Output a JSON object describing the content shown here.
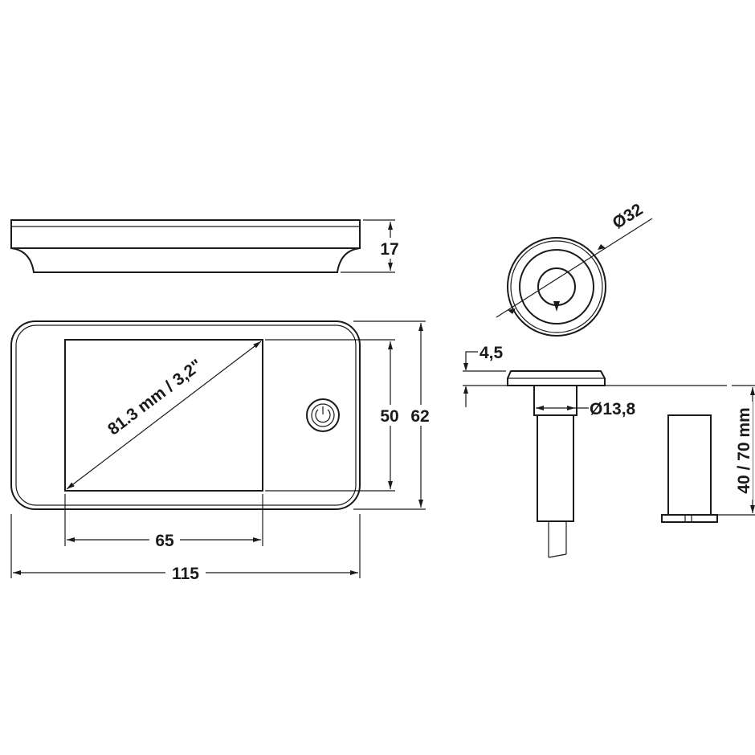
{
  "title": "Door viewer dimension drawing",
  "dimensions": {
    "side_height": "17",
    "screen_diagonal": "81.3 mm  /  3,2\"",
    "screen_height": "50",
    "overall_height": "62",
    "screen_width": "65",
    "overall_width": "115",
    "lens_diameter": "Ø32",
    "flange_thickness": "4,5",
    "shaft_diameter": "Ø13,8",
    "door_thickness": "40 / 70 mm"
  },
  "colors": {
    "line": "#1a1a1a",
    "background": "#ffffff"
  }
}
